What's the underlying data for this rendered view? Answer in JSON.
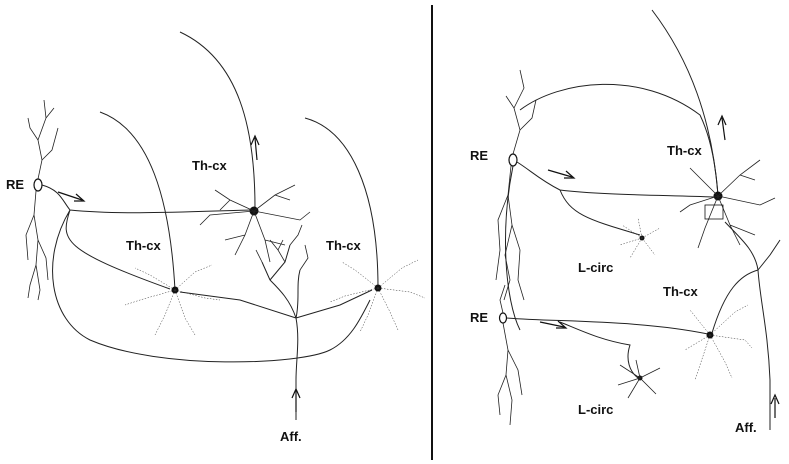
{
  "left_panel": {
    "labels": {
      "re": "RE",
      "thcx_top": "Th-cx",
      "thcx_left": "Th-cx",
      "thcx_right": "Th-cx",
      "aff": "Aff."
    }
  },
  "right_panel": {
    "labels": {
      "re_top": "RE",
      "thcx_top": "Th-cx",
      "lcirc_top": "L-circ",
      "re_bottom": "RE",
      "thcx_bottom": "Th-cx",
      "lcirc_bottom": "L-circ",
      "aff": "Aff."
    }
  }
}
